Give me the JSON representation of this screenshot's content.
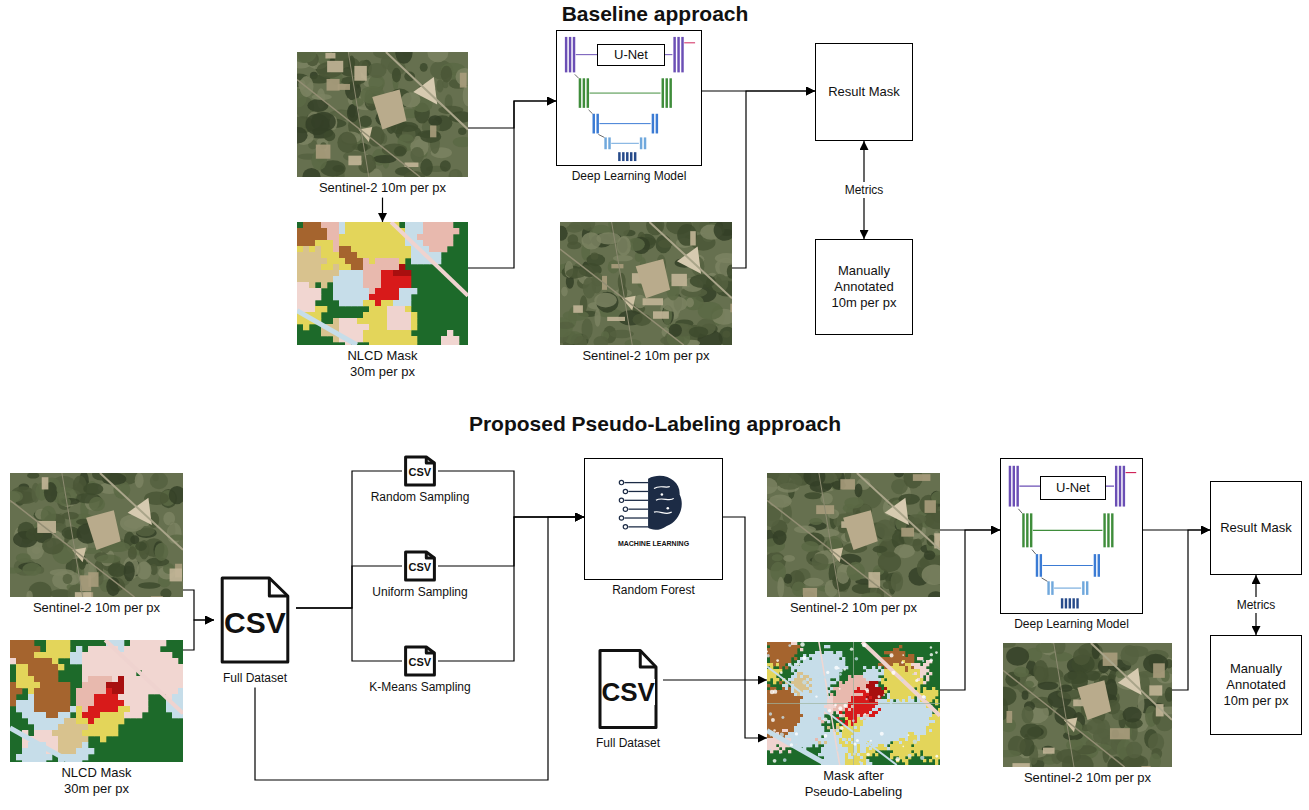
{
  "diagram": {
    "nodes": [
      {
        "text": [
          "Sentinel-2 10m per px"
        ]
      },
      {
        "text": [
          "NLCD Mask 30m per px"
        ]
      },
      {
        "text": [
          "Deep Learning Model"
        ]
      },
      {
        "text": [
          "U-Net"
        ],
        "in": 2
      },
      {
        "text": [
          "Sentinel-2 10m per px"
        ]
      },
      {
        "text": [
          "Result Mask"
        ]
      },
      {
        "text": [
          "Manually Annotated 10m per px"
        ]
      },
      {
        "text": [
          "Sentinel-2 10m per px"
        ]
      },
      {
        "text": [
          "NLCD Mask 30m per px"
        ]
      },
      {
        "text": [
          "CSV",
          "Full Dataset"
        ]
      },
      {
        "text": [
          "CSV",
          "Random Sampling"
        ]
      },
      {
        "text": [
          "CSV",
          "Uniform Sampling"
        ]
      },
      {
        "text": [
          "CSV",
          "K-Means Sampling"
        ]
      },
      {
        "text": [
          "MACHINE LEARNING",
          "Random Forest"
        ]
      },
      {
        "text": [
          "CSV",
          "Full Dataset"
        ]
      },
      {
        "text": [
          "Sentinel-2 10m per px"
        ]
      },
      {
        "text": [
          "Mask after Pseudo-Labeling"
        ]
      },
      {
        "text": [
          "Deep Learning Model"
        ]
      },
      {
        "text": [
          "U-Net"
        ],
        "in": 17
      },
      {
        "text": [
          "Sentinel-2 10m per px"
        ]
      },
      {
        "text": [
          "Result Mask"
        ]
      },
      {
        "text": [
          "Manually Annotated 10m per px"
        ]
      }
    ],
    "edges": [
      {
        "from": 0,
        "to": 1,
        "arrow": "to"
      },
      {
        "from": 0,
        "to": 2,
        "arrow": "to"
      },
      {
        "from": 1,
        "to": 2,
        "arrow": "to"
      },
      {
        "from": 2,
        "to": 5,
        "arrow": "to"
      },
      {
        "from": 4,
        "to": 5,
        "arrow": "to"
      },
      {
        "from": 5,
        "to": 6,
        "label": "Metrics",
        "arrow": "both"
      },
      {
        "from": 7,
        "to": 9,
        "arrow": "to"
      },
      {
        "from": 8,
        "to": 9,
        "arrow": "to"
      },
      {
        "from": 9,
        "to": 10,
        "arrow": "none"
      },
      {
        "from": 9,
        "to": 11,
        "arrow": "none"
      },
      {
        "from": 9,
        "to": 12,
        "arrow": "none"
      },
      {
        "from": 10,
        "to": 13,
        "arrow": "to"
      },
      {
        "from": 11,
        "to": 13,
        "arrow": "to"
      },
      {
        "from": 12,
        "to": 13,
        "arrow": "to"
      },
      {
        "from": 9,
        "to": 13,
        "arrow": "to"
      },
      {
        "from": 13,
        "to": 16,
        "arrow": "to"
      },
      {
        "from": 14,
        "to": 16,
        "arrow": "to"
      },
      {
        "from": 15,
        "to": 17,
        "arrow": "to"
      },
      {
        "from": 16,
        "to": 17,
        "arrow": "to"
      },
      {
        "from": 17,
        "to": 20,
        "arrow": "to"
      },
      {
        "from": 19,
        "to": 20,
        "arrow": "to"
      },
      {
        "from": 20,
        "to": 21,
        "label": "Metrics",
        "arrow": "both"
      }
    ],
    "labels": [
      "Baseline approach",
      "Proposed Pseudo-Labeling approach"
    ]
  }
}
